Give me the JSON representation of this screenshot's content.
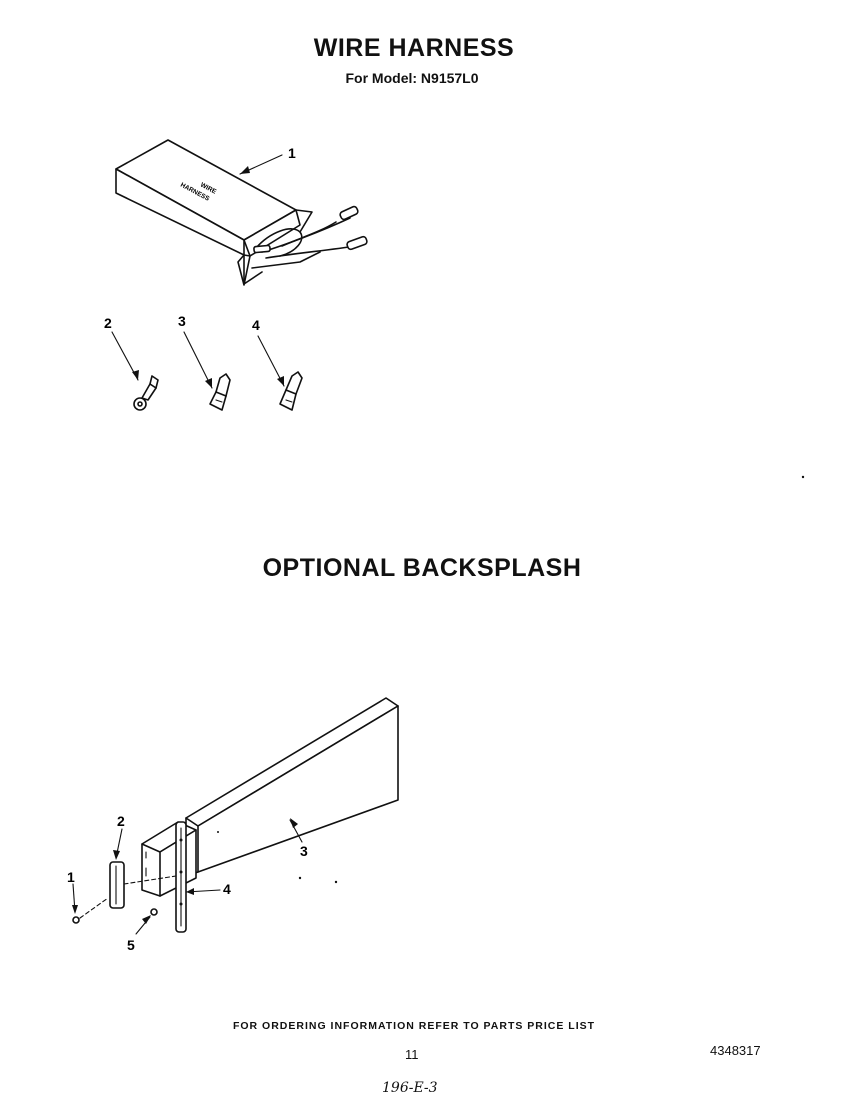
{
  "wire_harness": {
    "title": "WIRE HARNESS",
    "model_line": "For Model: N9157L0",
    "box_label_line1": "WIRE",
    "box_label_line2": "HARNESS",
    "callouts": [
      "1",
      "2",
      "3",
      "4"
    ]
  },
  "backsplash": {
    "title": "OPTIONAL BACKSPLASH",
    "callouts": [
      "1",
      "2",
      "3",
      "4",
      "5"
    ]
  },
  "footer": {
    "ordering_note": "FOR ORDERING INFORMATION REFER TO PARTS PRICE LIST",
    "page_number": "11",
    "document_number": "4348317",
    "handwritten_note": "196-E-3"
  }
}
